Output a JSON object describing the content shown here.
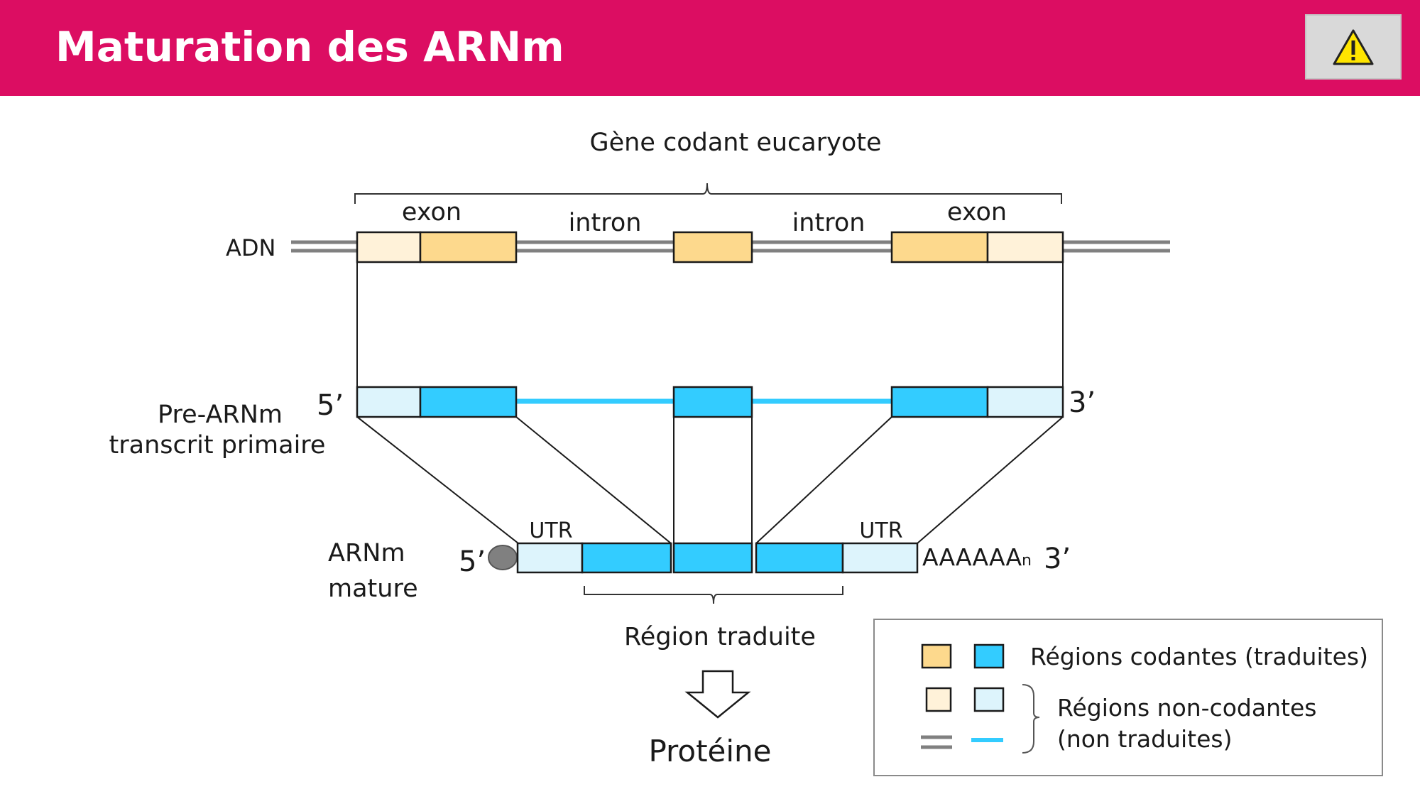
{
  "header": {
    "title": "Maturation des ARNm",
    "warning_icon": "warning-icon"
  },
  "diagram": {
    "gene_title": "Gène codant eucaryote",
    "adn_label": "ADN",
    "exon_left_label": "exon",
    "exon_right_label": "exon",
    "intron_left_label": "intron",
    "intron_right_label": "intron",
    "pre_mrna_label_line1": "Pre-ARNm",
    "pre_mrna_label_line2": "transcrit primaire",
    "pre_five_prime": "5’",
    "pre_three_prime": "3’",
    "mature_label_line1": "ARNm",
    "mature_label_line2": "mature",
    "mature_five_prime": "5’",
    "utr_left": "UTR",
    "utr_right": "UTR",
    "poly_a": "AAAAAA",
    "poly_a_sub": "n",
    "mature_three_prime": "3’",
    "translated_region": "Région traduite",
    "protein": "Protéine"
  },
  "legend": {
    "coding": "Régions codantes (traduites)",
    "noncoding_line1": "Régions non-codantes",
    "noncoding_line2": "(non traduites)"
  },
  "colors": {
    "header_bg": "#DC0D62",
    "dna_coding": "#FDD98D",
    "dna_noncoding": "#FFF2D9",
    "rna_coding": "#33CCFF",
    "rna_noncoding": "#DDF4FC",
    "dna_line": "#808080",
    "rna_line": "#33CCFF"
  }
}
